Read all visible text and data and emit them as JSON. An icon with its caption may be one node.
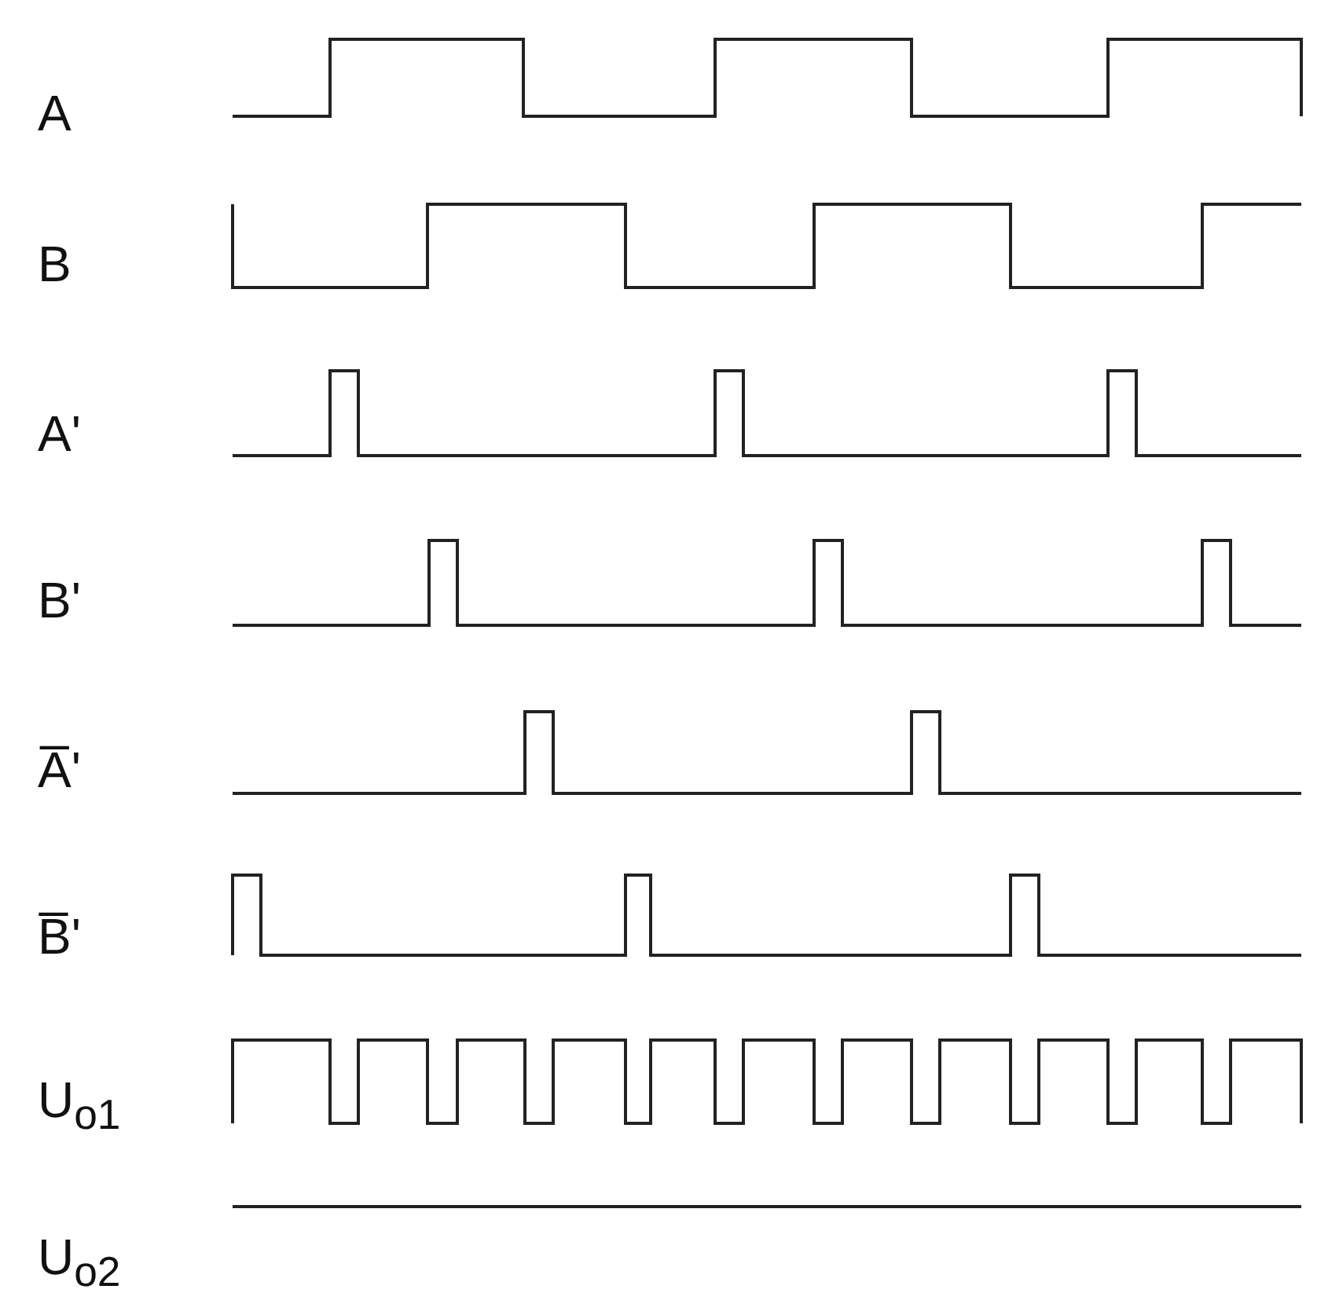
{
  "diagram": {
    "labels": [
      "A",
      "B",
      "A'",
      "B'",
      "A̅'",
      "B̅'",
      "U$_{o1}$",
      "U$_{o2}$"
    ]
  }
}
